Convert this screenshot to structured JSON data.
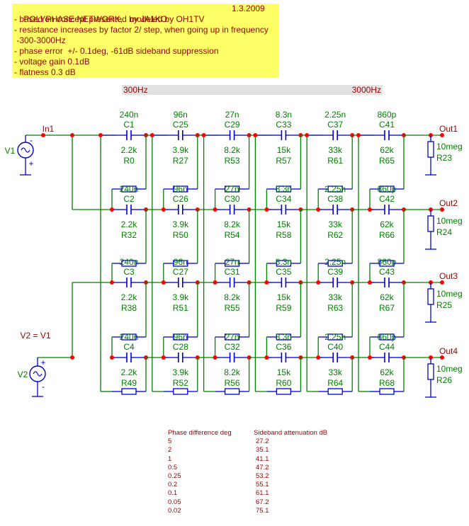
{
  "notes": {
    "title": "POLYPHASE NETWORK,   modeled by OH1TV",
    "date": "1.3.2009",
    "lines": [
      "- based on concept presented by JA1KO",
      "- resistance increases by factor 2/ step, when going up in frequency",
      " -300-3000Hz",
      "- phase error  +/- 0.1deg, -61dB sideband suppression",
      "- voltage gain 0.1dB",
      "- flatness 0.3 dB"
    ]
  },
  "freq_bar": {
    "low": "300Hz",
    "high": "3000Hz"
  },
  "colors": {
    "wire": "#008000",
    "component": "#0000cc",
    "node": "#ff0000",
    "label": "#008000",
    "net_label": "#990000"
  },
  "sources": [
    {
      "name": "V1",
      "net": "In1",
      "plus_sign": "+",
      "minus_sign": "-"
    },
    {
      "name": "V2",
      "net": "",
      "plus_sign": "+",
      "minus_sign": "-"
    }
  ],
  "source_note": "V2 = V1",
  "stages": [
    {
      "cap_value": "240n",
      "res_value": "2.2k",
      "caps": [
        "C1",
        "C2",
        "C3",
        "C4"
      ],
      "resistors": [
        "R0",
        "R32",
        "R38",
        "R49"
      ]
    },
    {
      "cap_value": "96n",
      "res_value": "3.9k",
      "caps": [
        "C25",
        "C26",
        "C27",
        "C28"
      ],
      "resistors": [
        "R27",
        "R50",
        "R51",
        "R52"
      ]
    },
    {
      "cap_value": "27n",
      "res_value": "8.2k",
      "caps": [
        "C29",
        "C30",
        "C31",
        "C32"
      ],
      "resistors": [
        "R53",
        "R54",
        "R55",
        "R56"
      ]
    },
    {
      "cap_value": "8.3n",
      "res_value": "15k",
      "caps": [
        "C33",
        "C34",
        "C35",
        "C36"
      ],
      "resistors": [
        "R57",
        "R58",
        "R59",
        "R60"
      ]
    },
    {
      "cap_value": "2.25n",
      "res_value": "33k",
      "caps": [
        "C37",
        "C38",
        "C39",
        "C40"
      ],
      "resistors": [
        "R61",
        "R62",
        "R63",
        "R64"
      ]
    },
    {
      "cap_value": "860p",
      "res_value": "62k",
      "caps": [
        "C41",
        "C42",
        "C43",
        "C44"
      ],
      "resistors": [
        "R65",
        "R66",
        "R67",
        "R68"
      ]
    }
  ],
  "outputs": [
    {
      "net": "Out1",
      "load_value": "10meg",
      "load_name": "R23"
    },
    {
      "net": "Out2",
      "load_value": "10meg",
      "load_name": "R24"
    },
    {
      "net": "Out3",
      "load_value": "10meg",
      "load_name": "R25"
    },
    {
      "net": "Out4",
      "load_value": "10meg",
      "load_name": "R26"
    }
  ],
  "table": {
    "headers": [
      "Phase difference deg",
      "Sideband attenuation  dB"
    ],
    "rows": [
      [
        "5",
        "27.2"
      ],
      [
        "2",
        "35.1"
      ],
      [
        "1",
        "41.1"
      ],
      [
        "0.5",
        "47.2"
      ],
      [
        "0.25",
        "53.2"
      ],
      [
        "0.2",
        "55.1"
      ],
      [
        "0.1",
        "61.1"
      ],
      [
        "0.05",
        "67.2"
      ],
      [
        "0.02",
        "75.1"
      ]
    ]
  }
}
